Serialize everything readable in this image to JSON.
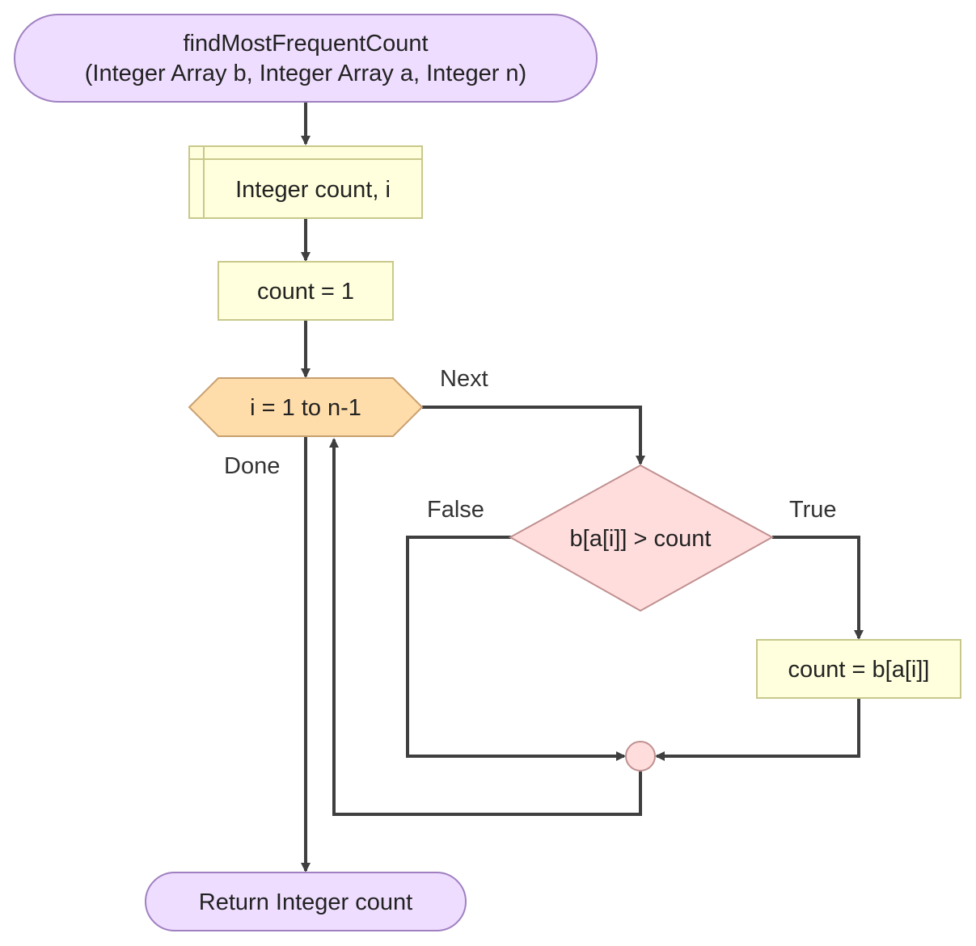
{
  "start": {
    "line1": "findMostFrequentCount",
    "line2": "(Integer Array b, Integer Array a, Integer n)"
  },
  "declare": {
    "text": "Integer count, i"
  },
  "assign_init": {
    "text": "count = 1"
  },
  "loop": {
    "text": "i = 1 to n-1",
    "next_label": "Next",
    "done_label": "Done"
  },
  "decision": {
    "text": "b[a[i]] > count",
    "false_label": "False",
    "true_label": "True"
  },
  "assign_update": {
    "text": "count = b[a[i]]"
  },
  "end": {
    "text": "Return Integer count"
  },
  "colors": {
    "terminal_fill": "#EEDDFF",
    "terminal_stroke": "#A080C0",
    "process_fill": "#FFFFDD",
    "process_stroke": "#C8C88C",
    "loop_fill": "#FFDDAA",
    "loop_stroke": "#C8A070",
    "decision_fill": "#FFDDDD",
    "decision_stroke": "#C09090",
    "edge": "#3F3F3F"
  }
}
